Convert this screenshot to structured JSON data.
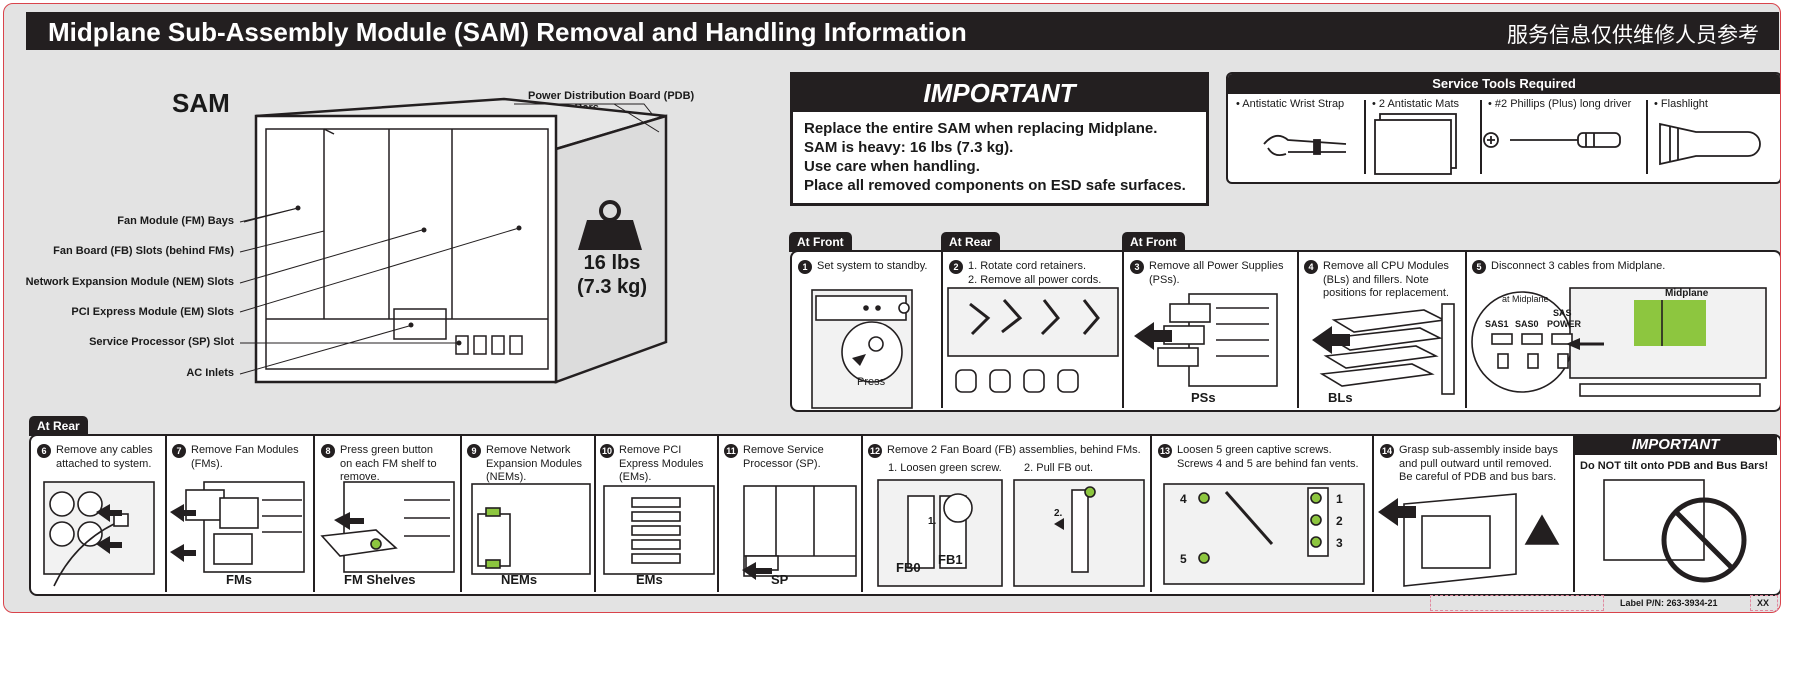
{
  "title": "Midplane Sub-Assembly Module (SAM) Removal and Handling Information",
  "title_cn": "服务信息仅供维修人员参考",
  "sam": {
    "heading": "SAM",
    "pdb_label_1": "Power Distribution Board (PDB)",
    "pdb_label_2": "and Bus Bars",
    "callouts": [
      "Fan Module (FM) Bays",
      "Fan Board (FB) Slots (behind FMs)",
      "Network Expansion Module (NEM) Slots",
      "PCI Express Module (EM) Slots",
      "Service Processor (SP) Slot",
      "AC Inlets"
    ],
    "weight_lbs": "16 lbs",
    "weight_kg": "(7.3 kg)"
  },
  "important": {
    "heading": "IMPORTANT",
    "lines": [
      "Replace the entire SAM when replacing Midplane.",
      "SAM is heavy: 16 lbs (7.3 kg).",
      "Use care when handling.",
      "Place all removed components on ESD safe surfaces."
    ]
  },
  "tools": {
    "heading": "Service Tools Required",
    "items": [
      "• Antistatic Wrist Strap",
      "• 2 Antistatic Mats",
      "• #2 Phillips (Plus) long driver",
      "• Flashlight"
    ]
  },
  "tags": {
    "front1": "At Front",
    "rear1": "At Rear",
    "front2": "At Front",
    "rear2": "At Rear"
  },
  "top_steps": {
    "s1": {
      "num": "1",
      "text": "Set system to standby.",
      "press": "Press"
    },
    "s2": {
      "num": "2",
      "line1": "1. Rotate cord retainers.",
      "line2": "2. Remove all power cords."
    },
    "s3": {
      "num": "3",
      "line1": "Remove all Power Supplies",
      "line2": "(PSs).",
      "caption": "PSs"
    },
    "s4": {
      "num": "4",
      "line1": "Remove all CPU Modules",
      "line2": "(BLs) and fillers. Note",
      "line3": "positions for replacement.",
      "caption": "BLs"
    },
    "s5": {
      "num": "5",
      "text": "Disconnect 3 cables from Midplane.",
      "at_midplane": "at Midplane",
      "midplane": "Midplane",
      "sas1": "SAS1",
      "sas0": "SAS0",
      "sas_power_1": "SAS",
      "sas_power_2": "POWER"
    }
  },
  "bottom_steps": {
    "s6": {
      "num": "6",
      "line1": "Remove any cables",
      "line2": "attached to system."
    },
    "s7": {
      "num": "7",
      "line1": "Remove Fan Modules",
      "line2": "(FMs).",
      "caption": "FMs"
    },
    "s8": {
      "num": "8",
      "line1": "Press green button",
      "line2": "on each FM shelf to",
      "line3": "remove.",
      "caption": "FM Shelves"
    },
    "s9": {
      "num": "9",
      "line1": "Remove Network",
      "line2": "Expansion Modules",
      "line3": "(NEMs).",
      "caption": "NEMs"
    },
    "s10": {
      "num": "10",
      "line1": "Remove PCI",
      "line2": "Express Modules",
      "line3": "(EMs).",
      "caption": "EMs"
    },
    "s11": {
      "num": "11",
      "line1": "Remove Service",
      "line2": "Processor (SP).",
      "caption": "SP"
    },
    "s12": {
      "num": "12",
      "text": "Remove 2 Fan Board (FB) assemblies, behind FMs.",
      "sub1": "1. Loosen green screw.",
      "sub2": "2. Pull FB out.",
      "fb0": "FB0",
      "fb1": "FB1",
      "mark1": "1.",
      "mark2": "2."
    },
    "s13": {
      "num": "13",
      "line1": "Loosen 5 green captive screws.",
      "line2": "Screws 4 and 5 are behind fan vents.",
      "screws": [
        "1",
        "2",
        "3",
        "4",
        "5"
      ]
    },
    "s14": {
      "num": "14",
      "line1": "Grasp sub-assembly inside bays",
      "line2": "and pull outward until removed.",
      "line3": "Be careful of PDB and bus bars."
    }
  },
  "important2": {
    "heading": "IMPORTANT",
    "text": "Do NOT tilt onto PDB and Bus Bars!"
  },
  "footer": {
    "label_pn": "Label P/N: 263-3934-21",
    "rev": "XX"
  },
  "colors": {
    "accent_green": "#8dc63f",
    "dark": "#231f20",
    "border_red": "#d9434b"
  }
}
